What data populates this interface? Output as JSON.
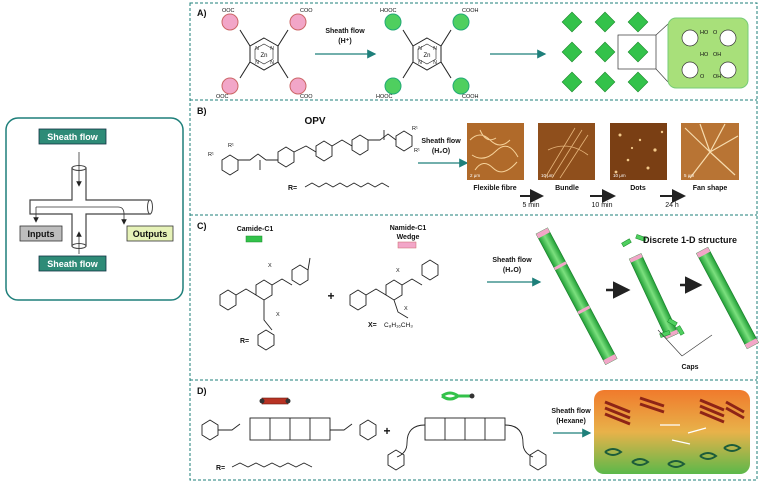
{
  "colors": {
    "accent_teal": "#1e7f7a",
    "label_green": "#2e8b77",
    "outputs_fill": "#e6f2b8",
    "inputs_fill": "#bdbdbd",
    "green_block": "#33c24a",
    "pink": "#f2a6c8",
    "red_block": "#b83324",
    "orange_bg": "#f07a2c",
    "green_bg": "#5cb84a"
  },
  "flow_diagram": {
    "sheath_top": "Sheath flow",
    "sheath_bottom": "Sheath flow",
    "inputs": "Inputs",
    "outputs": "Outputs"
  },
  "panel_a": {
    "label": "A)",
    "arrow_label_1": "Sheath flow",
    "arrow_label_2": "(H⁺)",
    "mol1": {
      "center": "Zn",
      "n_labels": [
        "N",
        "N",
        "N",
        "N"
      ],
      "groups": [
        "OOC",
        "COO",
        "OOC",
        "COO"
      ]
    },
    "mol2": {
      "center": "Zn",
      "n_labels": [
        "N",
        "N",
        "N",
        "N"
      ],
      "groups": [
        "HOOC",
        "COOH",
        "HOOC",
        "COOH"
      ]
    },
    "inset_groups": [
      "HO",
      "O",
      "HO",
      "OH",
      "O",
      "OH"
    ]
  },
  "panel_b": {
    "label": "B)",
    "title": "OPV",
    "r_label": "R=",
    "r_subs": [
      "R¹",
      "R¹",
      "R¹",
      "R¹"
    ],
    "arrow_label_1": "Sheath flow",
    "arrow_label_2": "(H₂O)",
    "images": [
      {
        "caption": "Flexible fibre",
        "scale": "2 μm"
      },
      {
        "caption": "Bundle",
        "scale": "10 μm"
      },
      {
        "caption": "Dots",
        "scale": "10 μm"
      },
      {
        "caption": "Fan shape",
        "scale": "5 μm"
      }
    ],
    "times": [
      "5 min",
      "10 min",
      "24 h"
    ]
  },
  "panel_c": {
    "label": "C)",
    "mol1_name": "Camide-C1",
    "mol2_name_1": "Namide-C1",
    "mol2_name_2": "Wedge",
    "plus": "+",
    "r_label": "R=",
    "x_label": "X=",
    "x_formula": "C₈H₁₆CH₃",
    "x_subs": [
      "X",
      "X",
      "X",
      "X"
    ],
    "arrow_label_1": "Sheath flow",
    "arrow_label_2": "(H₂O)",
    "result_title": "Discrete 1-D structure",
    "caps_label": "Caps"
  },
  "panel_d": {
    "label": "D)",
    "plus": "+",
    "r_label": "R=",
    "arrow_label_1": "Sheath flow",
    "arrow_label_2": "(Hexane)"
  }
}
